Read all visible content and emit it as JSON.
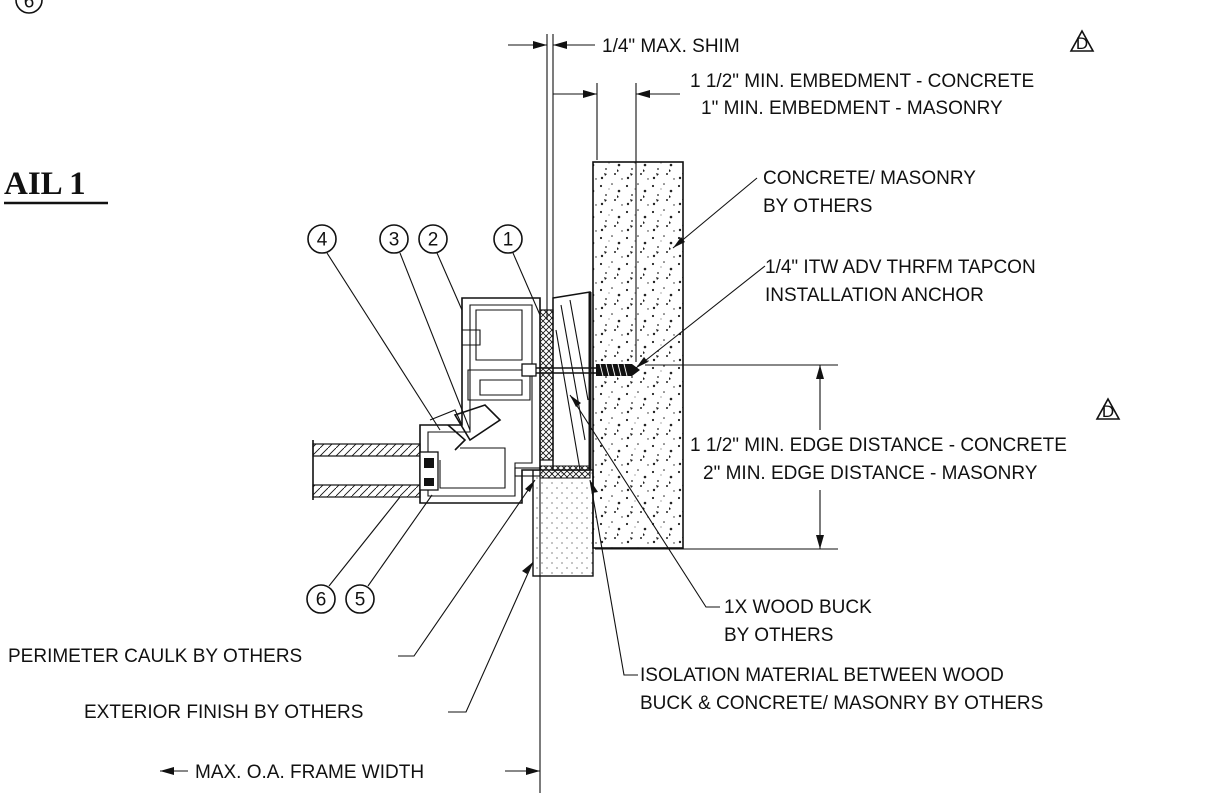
{
  "detail_title": "AIL 1",
  "revision_mark": "D",
  "callout_numbers": [
    "1",
    "2",
    "3",
    "4",
    "5",
    "6"
  ],
  "corner_callout": "6",
  "labels": {
    "max_shim": "1/4\" MAX. SHIM",
    "embedment_concrete": "1 1/2\" MIN. EMBEDMENT - CONCRETE",
    "embedment_masonry": "1\" MIN. EMBEDMENT - MASONRY",
    "concrete_masonry_1": "CONCRETE/ MASONRY",
    "concrete_masonry_2": "BY OTHERS",
    "anchor_1": "1/4\" ITW ADV THRFM TAPCON",
    "anchor_2": "INSTALLATION ANCHOR",
    "edge_concrete": "1 1/2\" MIN. EDGE DISTANCE - CONCRETE",
    "edge_masonry": "2\" MIN. EDGE DISTANCE - MASONRY",
    "wood_buck_1": "1X WOOD BUCK",
    "wood_buck_2": "BY OTHERS",
    "perimeter_caulk": "PERIMETER CAULK BY OTHERS",
    "exterior_finish": "EXTERIOR FINISH BY OTHERS",
    "isolation_1": "ISOLATION MATERIAL BETWEEN WOOD",
    "isolation_2": "BUCK & CONCRETE/ MASONRY BY OTHERS",
    "frame_width": "MAX. O.A. FRAME WIDTH"
  }
}
